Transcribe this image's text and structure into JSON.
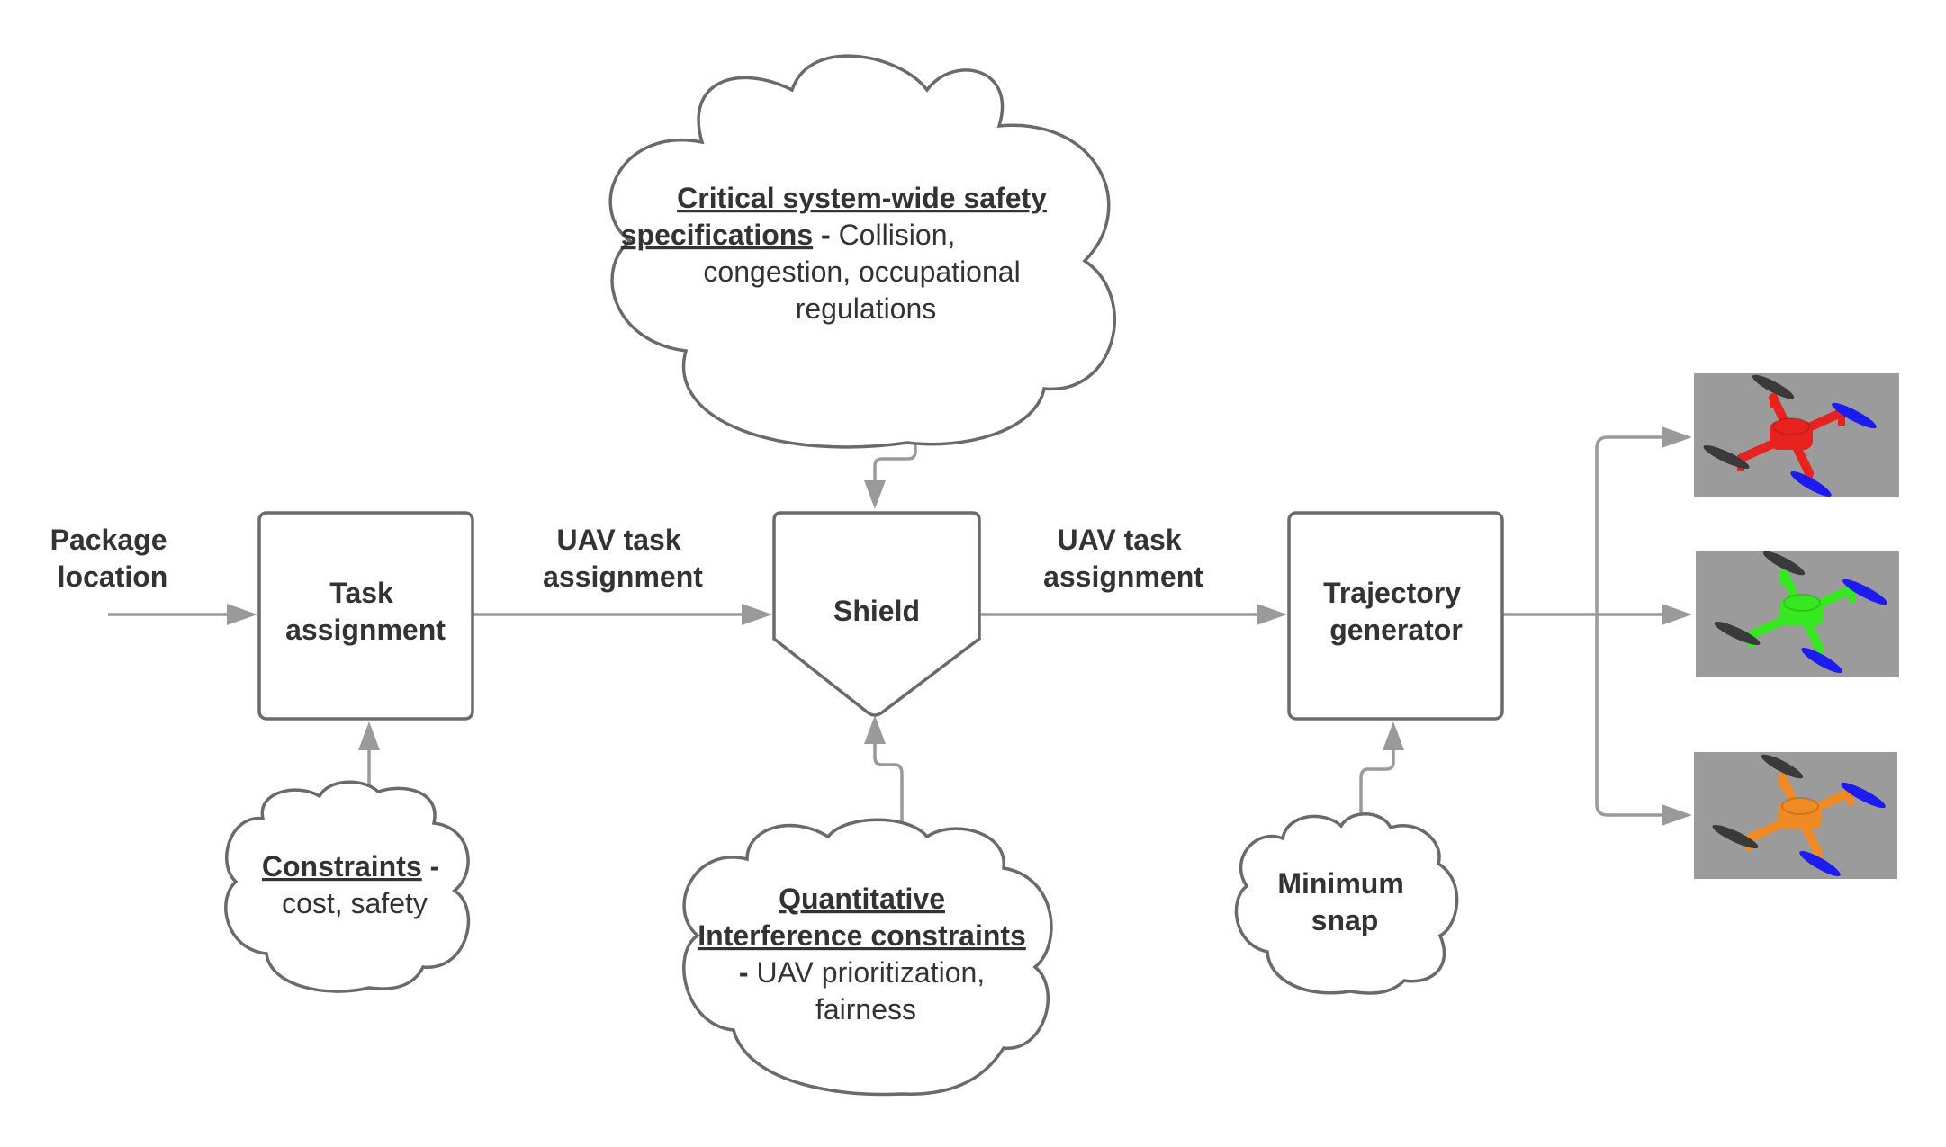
{
  "input": {
    "line1": "Package",
    "line2": "location"
  },
  "boxes": {
    "task_assignment": {
      "line1": "Task",
      "line2": "assignment"
    },
    "shield": {
      "label": "Shield"
    },
    "trajectory_generator": {
      "line1": "Trajectory",
      "line2": "generator"
    }
  },
  "edges": {
    "uav_task_assignment_1": {
      "line1": "UAV task",
      "line2": "assignment"
    },
    "uav_task_assignment_2": {
      "line1": "UAV task",
      "line2": "assignment"
    }
  },
  "clouds": {
    "critical_specs": {
      "title_line1": "Critical system-wide safety",
      "title_line2": "specifications",
      "sep": " - ",
      "text_line2": "Collision,",
      "text_line3": "congestion, occupational",
      "text_line4": "regulations"
    },
    "constraints": {
      "title": "Constraints",
      "sep": " -",
      "text": "cost, safety"
    },
    "quantitative": {
      "title_line1": "Quantitative",
      "title_line2": "Interference constraints",
      "sep": "- ",
      "text_line3": "UAV prioritization,",
      "text_line4": "fairness"
    },
    "minimum_snap": {
      "line1": "Minimum",
      "line2": "snap"
    }
  },
  "drones": [
    {
      "color": "#e8231f",
      "name": "red-drone"
    },
    {
      "color": "#35e81f",
      "name": "green-drone"
    },
    {
      "color": "#f08a24",
      "name": "orange-drone"
    }
  ],
  "colors": {
    "stroke": "#6a6a6a",
    "arrow": "#9a9a9a",
    "text": "#333333",
    "drone_bg": "#9b9b9b",
    "propeller_dark": "#3a3a3a",
    "propeller_blue": "#1c1cf0"
  }
}
